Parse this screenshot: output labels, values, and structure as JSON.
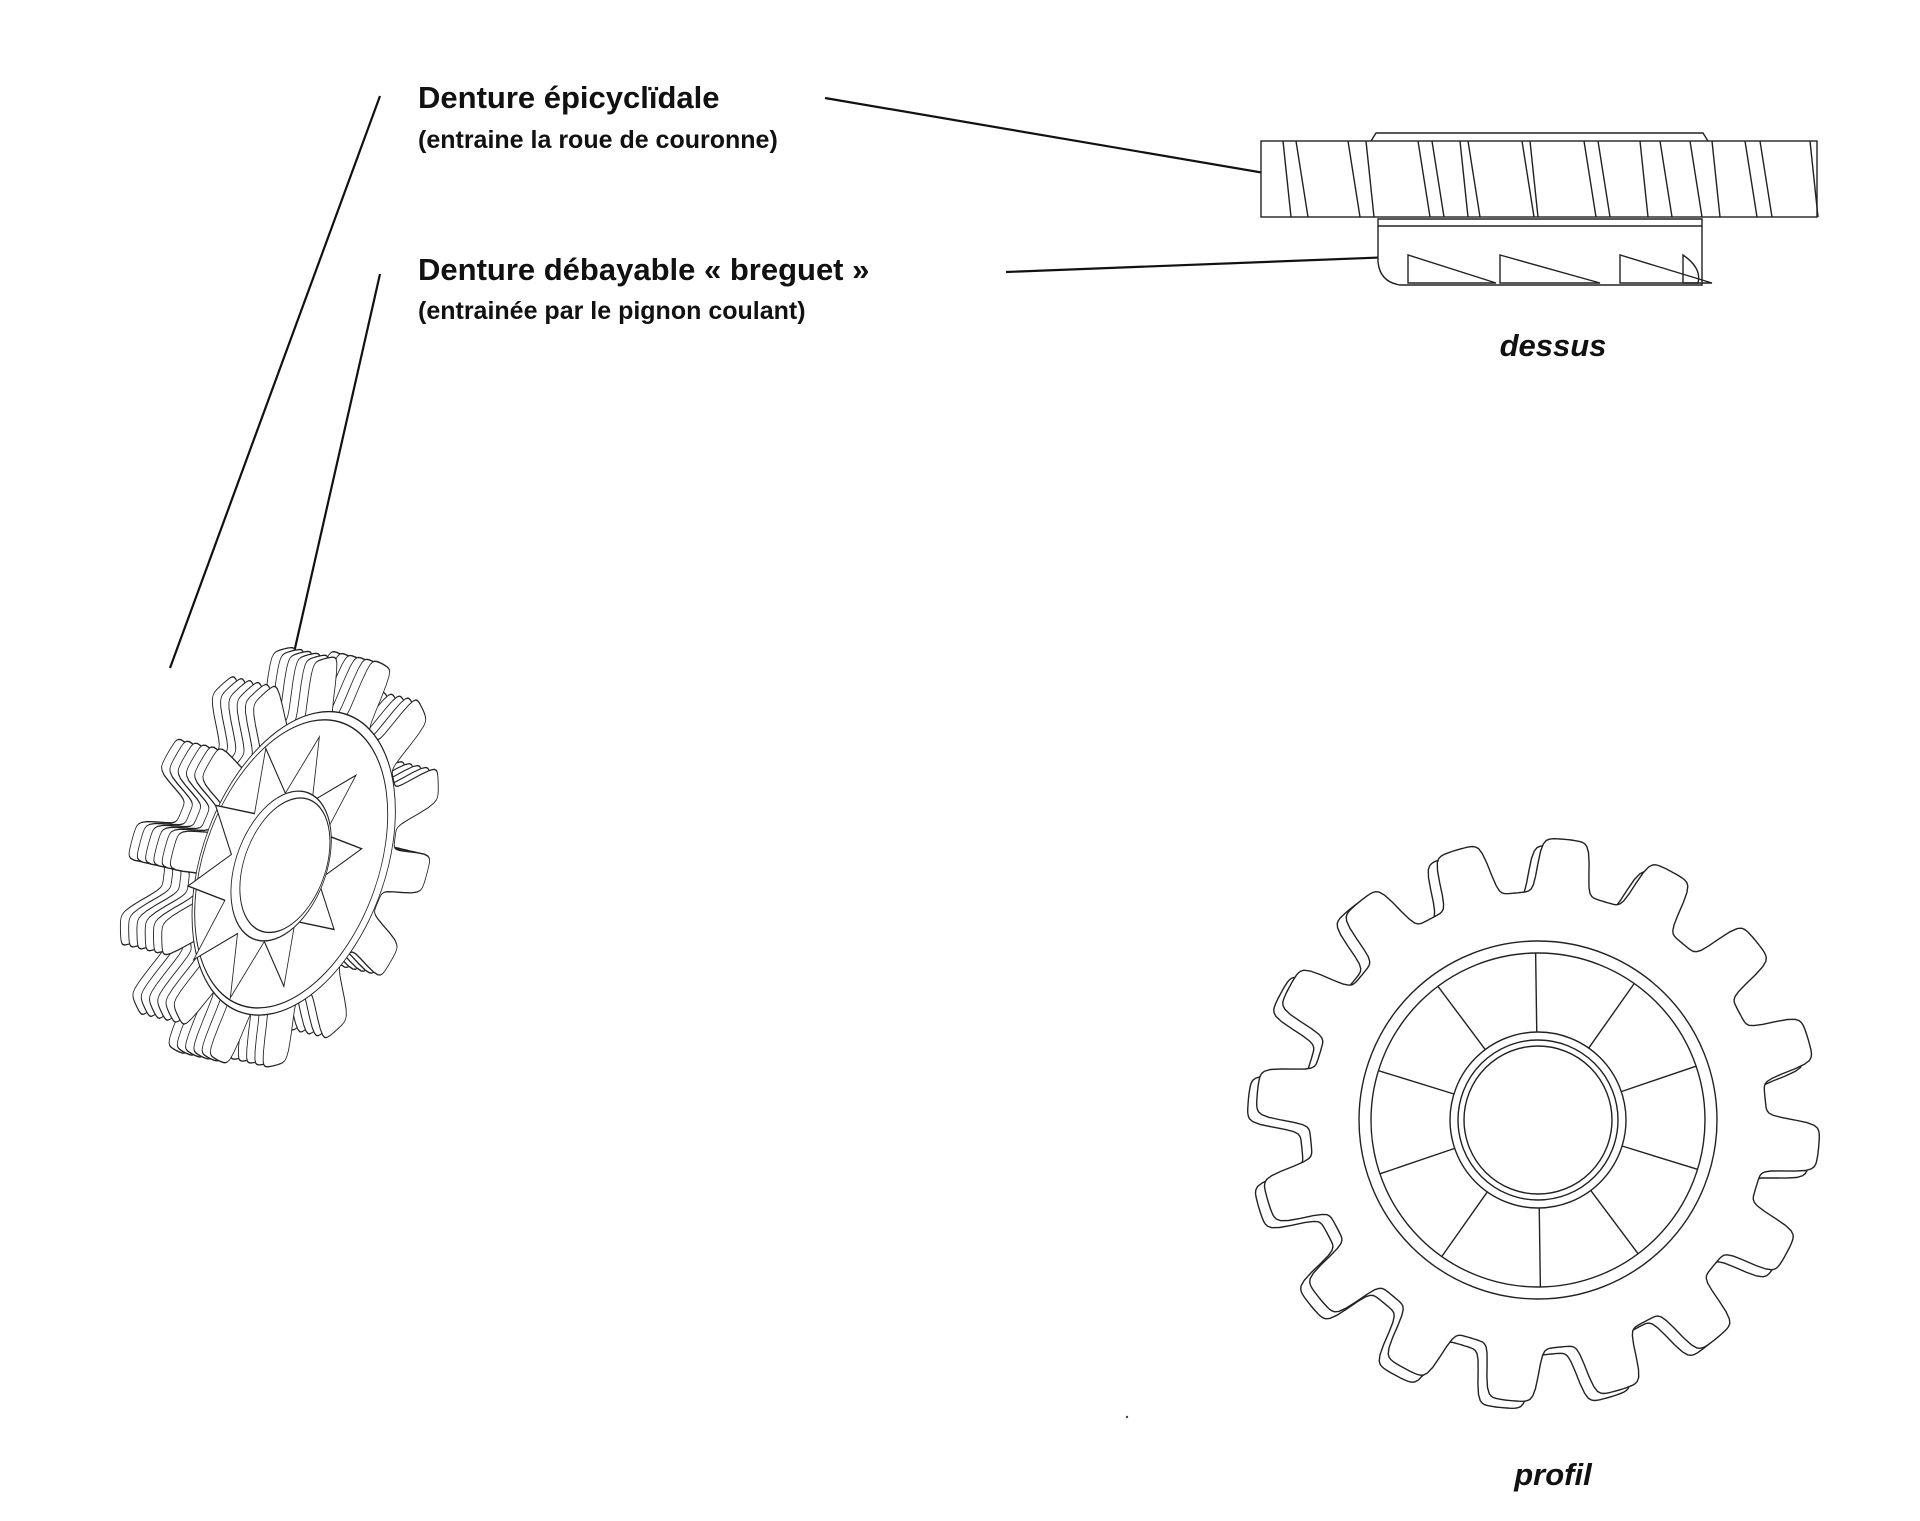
{
  "labels": {
    "epicycloidal": {
      "title": "Denture épicyclïdale",
      "subtitle": "(entraine la roue de couronne)"
    },
    "breguet": {
      "title": "Denture débayable « breguet »",
      "subtitle": "(entrainée par le pignon coulant)"
    }
  },
  "views": {
    "top": "dessus",
    "profile": "profil"
  },
  "colors": {
    "line": "#1a1a1a",
    "background": "#ffffff"
  }
}
